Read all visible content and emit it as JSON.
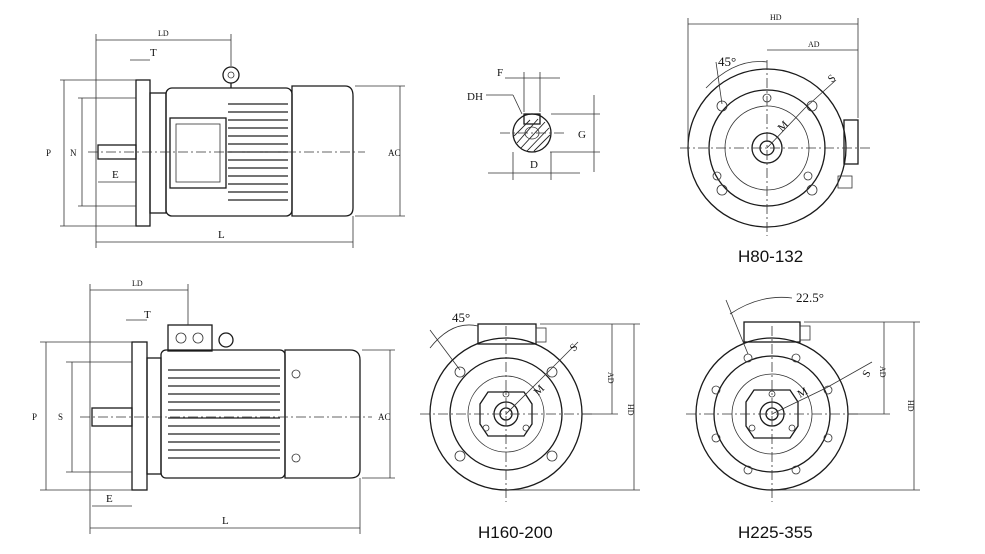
{
  "captions": {
    "small_frame": "H80-132",
    "medium_frame": "H160-200",
    "large_frame": "H225-355"
  },
  "dimension_labels": {
    "ld": "LD",
    "t": "T",
    "p": "P",
    "n": "N",
    "s": "S",
    "e": "E",
    "l": "L",
    "ac": "AC",
    "f": "F",
    "dh": "DH",
    "g": "G",
    "d": "D",
    "hd": "HD",
    "ad": "AD",
    "m": "M"
  },
  "angles": {
    "small_bolt": "45°",
    "medium_bolt": "45°",
    "large_bolt": "22.5°"
  }
}
